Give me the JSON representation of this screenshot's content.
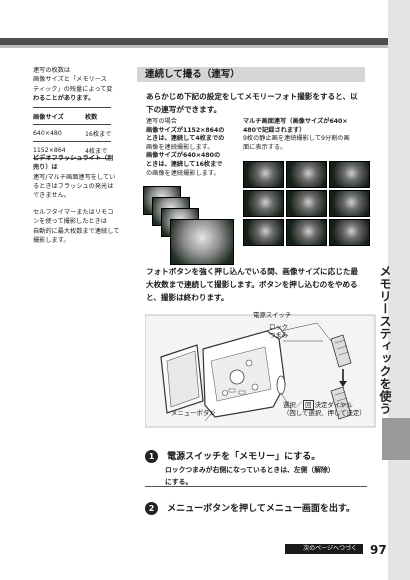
{
  "left_column": {
    "note1": [
      "連写の枚数は",
      "画像サイズと「メモリース",
      "ティック」の残量によって変",
      "わることがあります。"
    ],
    "table": {
      "headers": [
        "画像サイズ",
        "枚数"
      ],
      "rows": [
        [
          "640×480",
          "16枚まで"
        ],
        [
          "1152×864",
          "4枚まで"
        ]
      ]
    },
    "note2": [
      "ビデオフラッシュライト（別",
      "売り）は",
      "連写/マルチ画面連写をしてい",
      "るときはフラッシュの発光は",
      "できません。"
    ],
    "note3": [
      "セルフタイマーまたはリモコ",
      "ンを使って撮影したときは",
      "自動的に最大枚数まで連続して",
      "撮影します。"
    ]
  },
  "section": {
    "title": "連続して撮る（連写）",
    "intro": [
      "あらかじめ下記の設定をしてメモリーフォト撮影をすると、以",
      "下の連写ができます。"
    ]
  },
  "modes": {
    "burst": [
      "連写の場合",
      "画像サイズが1152×864の",
      "ときは、連続して4枚までの",
      "画像を連続撮影します。",
      "画像サイズが640×480の",
      "ときは、連続して16枚まで",
      "の画像を連続撮影します。"
    ],
    "multi": [
      "マルチ画面連写（画像サイズが640×",
      "480で記録されます）",
      "9枚の静止画を連続撮影して9分割の画",
      "面に表示する。"
    ]
  },
  "body_para": [
    "フォトボタンを強く押し込んでいる間、画像サイズに応じた最",
    "大枚数まで連続して撮影します。ボタンを押し込むのをやめる",
    "と、撮影は終わります。"
  ],
  "diagram_labels": {
    "power_switch": "電源スイッチ",
    "lock_knob": [
      "ロック",
      "つまみ"
    ],
    "menu_button": "メニューボタン",
    "dial": [
      "選択／",
      "決定ダイヤル",
      "（回して選択、押して決定）"
    ],
    "dial_icon": "回"
  },
  "steps": [
    {
      "number": "1",
      "text": "電源スイッチを「メモリー」にする。",
      "sub": [
        "ロックつまみが右側になっているときは、左側（解除）",
        "にする。"
      ]
    },
    {
      "number": "2",
      "text": "メニューボタンを押してメニュー画面を出す。"
    }
  ],
  "side_title": "メモリースティックを使う",
  "footer": {
    "next_page": "次のページへつづく",
    "page_number": "97"
  }
}
